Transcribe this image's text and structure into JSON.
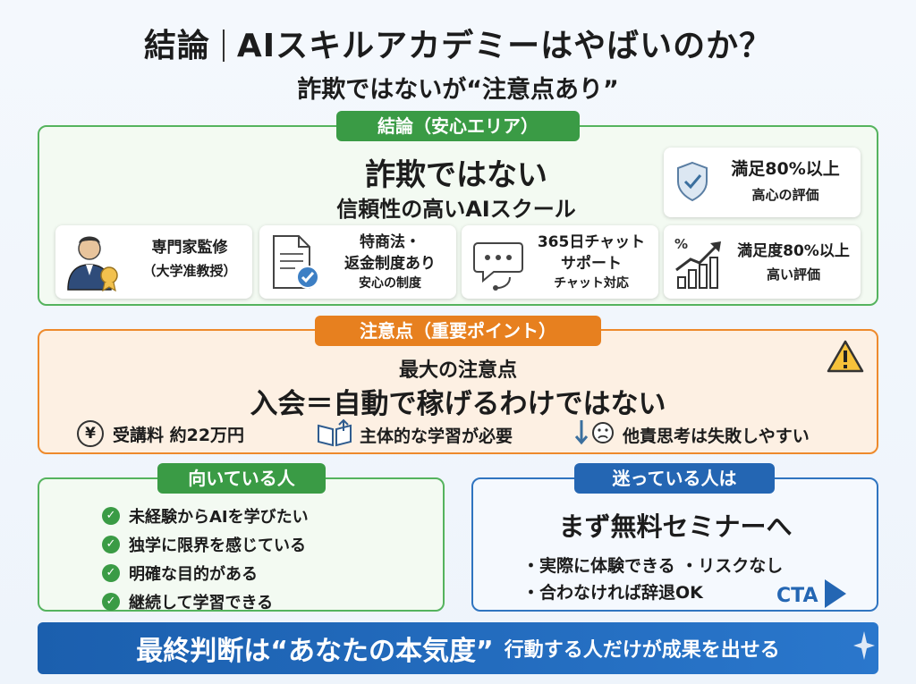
{
  "header": {
    "title_left": "結論",
    "title_right": "AIスキルアカデミーはやばいのか？",
    "subtitle": "詐欺ではないが“注意点あり”"
  },
  "safe": {
    "tag": "結論（安心エリア）",
    "headline": "詐欺ではない",
    "subline": "信頼性の高いAIスクール",
    "badge_top": {
      "line1": "満足80%以上",
      "line2": "高心の評価",
      "icon": "shield-check-icon"
    },
    "cards": [
      {
        "line1": "専門家監修",
        "line2": "（大学准教授）",
        "line3": "",
        "icon": "expert-icon"
      },
      {
        "line1": "特商法・",
        "line2": "返金制度あり",
        "line3": "安心の制度",
        "icon": "document-check-icon"
      },
      {
        "line1": "365日チャット",
        "line2": "サポート",
        "line3": "チャット対応",
        "icon": "chat-support-icon"
      },
      {
        "line1": "満足度80%以上",
        "line2": "高い評価",
        "line3": "",
        "icon": "growth-chart-icon"
      }
    ]
  },
  "caution": {
    "tag": "注意点（重要ポイント）",
    "headline_small": "最大の注意点",
    "headline_big": "入会＝自動で稼げるわけではない",
    "points": [
      {
        "label": "受講料 約22万円",
        "icon": "yen-icon"
      },
      {
        "label": "主体的な学習が必要",
        "icon": "book-icon"
      },
      {
        "label": "他責思考は失敗しやすい",
        "icon": "down-sad-icon"
      }
    ]
  },
  "suited": {
    "tag": "向いている人",
    "items": [
      "未経験からAIを学びたい",
      "独学に限界を感じている",
      "明確な目的がある",
      "継続して学習できる"
    ]
  },
  "hesitant": {
    "tag": "迷っている人は",
    "headline": "まず無料セミナーへ",
    "bullet1": "・実際に体験できる ・リスクなし",
    "bullet2": "・合わなければ辞退OK",
    "cta": "CTA"
  },
  "footer": {
    "main": "最終判断は“あなたの本気度”",
    "sub": "行動する人だけが成果を出せる"
  },
  "colors": {
    "green": "#3a9b45",
    "orange": "#e7801f",
    "blue": "#2466b3"
  }
}
